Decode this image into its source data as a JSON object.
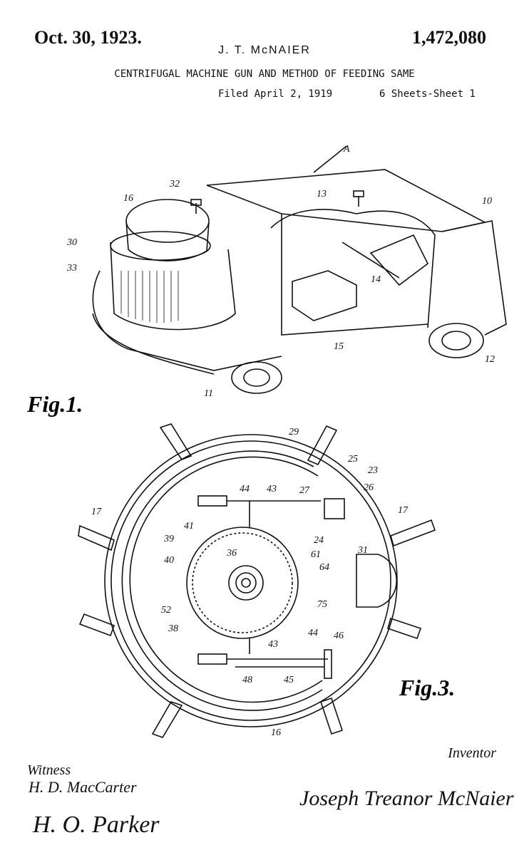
{
  "header": {
    "date": "Oct. 30, 1923.",
    "inventor_name": "J. T. McNAIER",
    "patent_number": "1,472,080",
    "title": "CENTRIFUGAL MACHINE GUN AND METHOD OF FEEDING SAME",
    "filed": "Filed April 2, 1919",
    "sheets": "6 Sheets-Sheet 1"
  },
  "figures": {
    "fig1_label": "Fig.1.",
    "fig3_label": "Fig.3.",
    "fig1_refs": [
      "A",
      "32",
      "16",
      "13",
      "10",
      "30",
      "33",
      "14",
      "15",
      "11",
      "12"
    ],
    "fig3_refs": [
      "29",
      "25",
      "23",
      "27",
      "26",
      "44",
      "43",
      "17",
      "17",
      "24",
      "41",
      "39",
      "40",
      "36",
      "61",
      "64",
      "31",
      "52",
      "75",
      "38",
      "43",
      "44",
      "46",
      "48",
      "45",
      "16"
    ]
  },
  "footer": {
    "witness_label": "Witness",
    "inventor_label": "Inventor",
    "witness_sig_1": "H. D. MacCarter",
    "witness_sig_2": "H. O. Parker",
    "inventor_sig": "Joseph Treanor McNaier"
  }
}
